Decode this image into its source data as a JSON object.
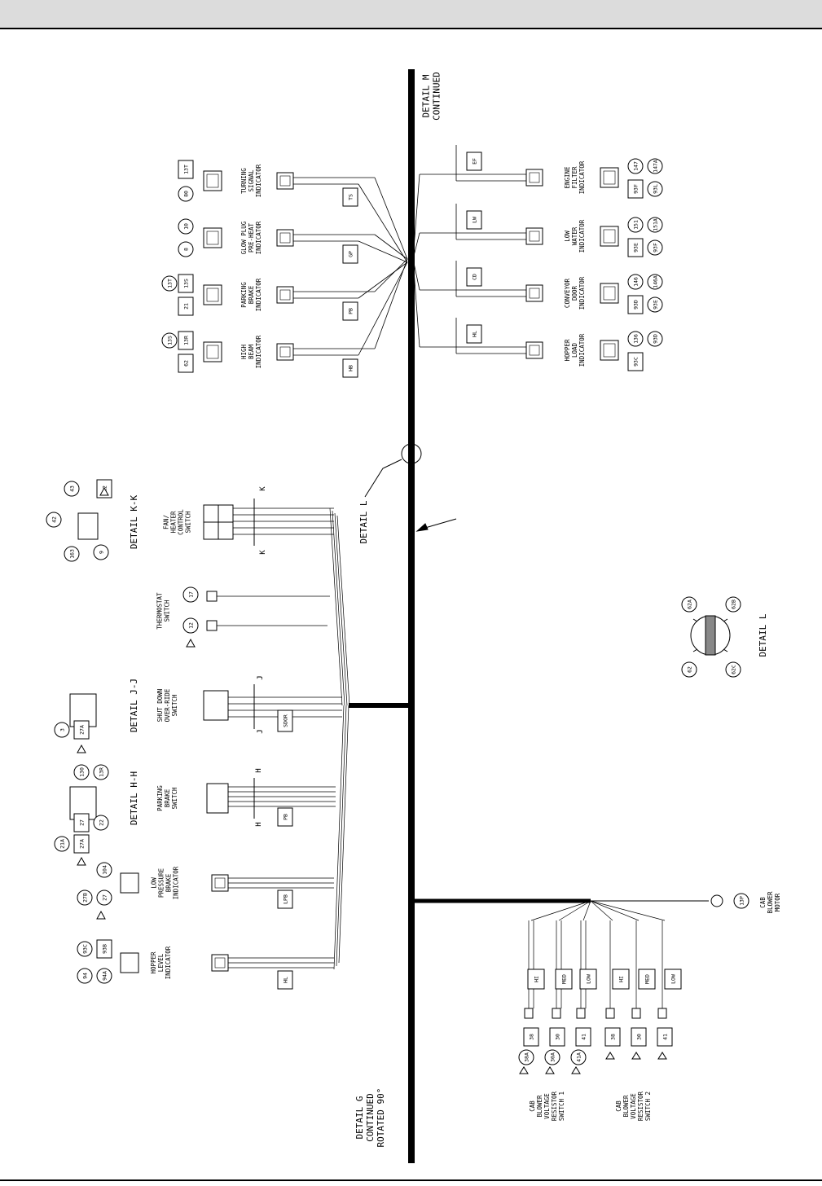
{
  "header_bar": "",
  "labels": {
    "detail_m": [
      "DETAIL M",
      "CONTINUED"
    ],
    "detail_g": [
      "DETAIL G",
      "CONTINUED",
      "ROTATED 90°"
    ],
    "detail_l_callout": "DETAIL L",
    "detail_l_title": "DETAIL L",
    "detail_kk": "DETAIL K-K",
    "detail_jj": "DETAIL J-J",
    "detail_hh": "DETAIL H-H"
  },
  "indicators_top": [
    {
      "name": [
        "TURNING",
        "SIGNAL",
        "INDICATOR"
      ],
      "code": "TS",
      "box": "13T",
      "circles": [
        "80"
      ]
    },
    {
      "name": [
        "GLOW PLUG",
        "PRE-HEAT",
        "INDICATOR"
      ],
      "code": "GP",
      "box": "",
      "circles": [
        "10",
        "8"
      ]
    },
    {
      "name": [
        "PARKING",
        "BRAKE",
        "INDICATOR"
      ],
      "code": "PB",
      "box": "13S",
      "circles": [
        "13T"
      ],
      "box2": "21"
    },
    {
      "name": [
        "HIGH",
        "BEAM",
        "INDICATOR"
      ],
      "code": "HB",
      "box": "13R",
      "circles": [
        "13S"
      ],
      "box2": "62"
    }
  ],
  "indicators_right": [
    {
      "name": [
        "ENGINE",
        "FILTER",
        "INDICATOR"
      ],
      "code": "EF",
      "box": "93F",
      "circles": [
        "147",
        "147A",
        "93L"
      ]
    },
    {
      "name": [
        "LOW",
        "WATER",
        "INDICATOR"
      ],
      "code": "LW",
      "box": "93E",
      "circles": [
        "151",
        "151A",
        "93F"
      ]
    },
    {
      "name": [
        "CONVEYOR",
        "DOOR",
        "INDICATOR"
      ],
      "code": "CD",
      "box": "93D",
      "circles": [
        "146",
        "146A",
        "93E"
      ]
    },
    {
      "name": [
        "HOPPER",
        "LOAD",
        "INDICATOR"
      ],
      "code": "HL",
      "box": "93C",
      "circles": [
        "136",
        "93D"
      ]
    }
  ],
  "switches_left": [
    {
      "name": [
        "FAN/",
        "HEATER",
        "CONTROL",
        "SWITCH"
      ]
    },
    {
      "name": [
        "THERMOSTAT",
        "SWITCH"
      ],
      "circles": [
        "17",
        "12"
      ]
    },
    {
      "name": [
        "SHUT DOWN",
        "OVER-RIDE",
        "SWITCH"
      ],
      "code": "SDOR"
    },
    {
      "name": [
        "PARKING",
        "BRAKE",
        "SWITCH"
      ],
      "code": "PB"
    },
    {
      "name": [
        "LOW",
        "PRESSURE",
        "BRAKE",
        "INDICATOR"
      ],
      "code": "LPB",
      "circles": [
        "104",
        "27B",
        "27"
      ]
    },
    {
      "name": [
        "HOPPER",
        "LEVEL",
        "INDICATOR"
      ],
      "code": "HL",
      "box": "93B",
      "circles": [
        "93C",
        "94",
        "94A"
      ]
    }
  ],
  "detail_kk_circles": [
    "42",
    "43",
    "163",
    "9"
  ],
  "detail_kk_box": "12",
  "detail_jj_items": [
    "3",
    "27A"
  ],
  "detail_hh_items": [
    "130",
    "13R",
    "21",
    "21A",
    "27",
    "27A",
    "22"
  ],
  "detail_l_circles": [
    "62A",
    "62B",
    "62",
    "62C"
  ],
  "blower": {
    "motor": [
      "CAB",
      "BLOWER",
      "MOTOR"
    ],
    "motor_circle": "13P",
    "speeds": [
      "HI",
      "MED",
      "LOW",
      "HI",
      "MED",
      "LOW"
    ],
    "switch1": [
      "CAB",
      "BLOWER",
      "VOLTAGE",
      "RESISTOR",
      "SWITCH 1"
    ],
    "switch2": [
      "CAB",
      "BLOWER",
      "VOLTAGE",
      "RESISTOR",
      "SWITCH 2"
    ],
    "sw1_boxes": [
      "38",
      "30",
      "41"
    ],
    "sw1_circles": [
      "38A",
      "30A",
      "41A"
    ],
    "sw2_boxes": [
      "38",
      "30",
      "41"
    ]
  },
  "section_letters": [
    "K",
    "K",
    "J",
    "J",
    "H",
    "H"
  ]
}
